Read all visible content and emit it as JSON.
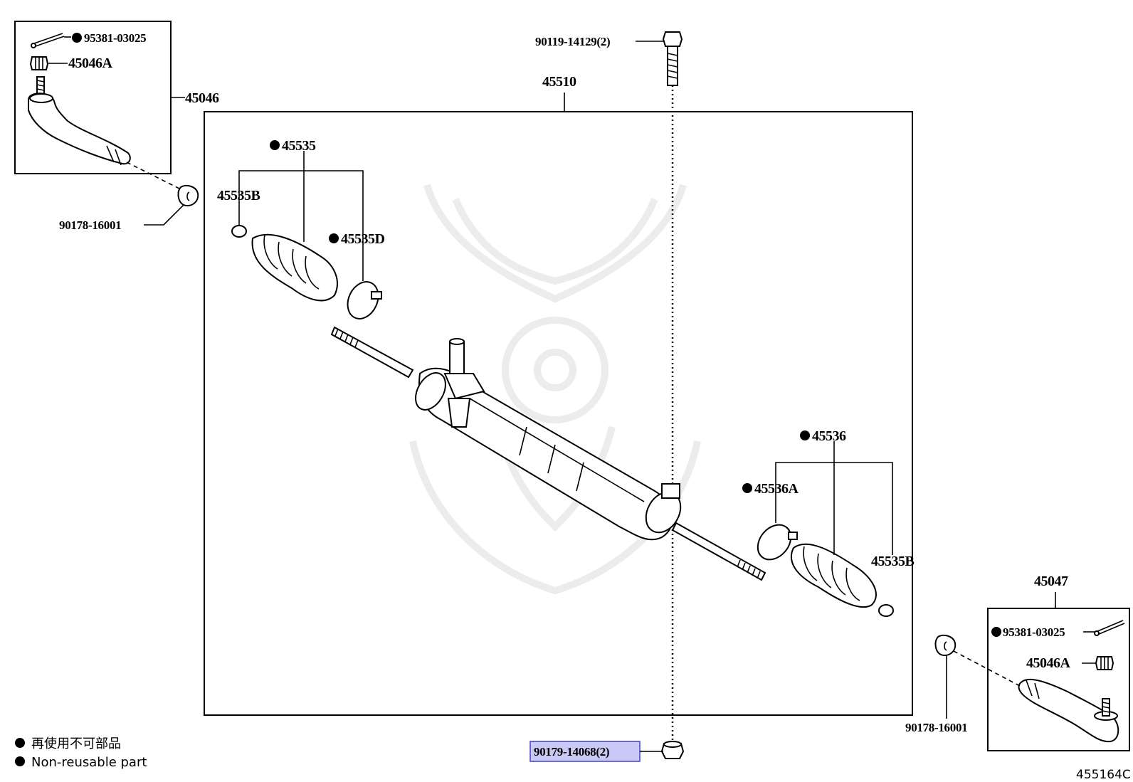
{
  "diagram": {
    "assembly": "45510",
    "boot_set_left": "45535",
    "boot_set_right": "45536",
    "boot_clamp_left": "45535D",
    "boot_clamp_right": "45536A",
    "boot_clip_left": "45535B",
    "boot_clip_right": "45535B",
    "tie_rod_end_left": "45046",
    "tie_rod_end_right": "45047",
    "tie_rod_nut_left": "45046A",
    "tie_rod_nut_right": "45046A",
    "cotter_pin_left": "95381-03025",
    "cotter_pin_right": "95381-03025",
    "dust_cap_left": "90178-16001",
    "dust_cap_right": "90178-16001",
    "mount_bolt": "90119-14129(2)",
    "mount_nut": "90179-14068(2)",
    "drawing_code": "455164C"
  },
  "legend": {
    "line_jp": "再使用不可部品",
    "line_en": "Non-reusable part"
  },
  "highlight_color": "#c9c9f5"
}
